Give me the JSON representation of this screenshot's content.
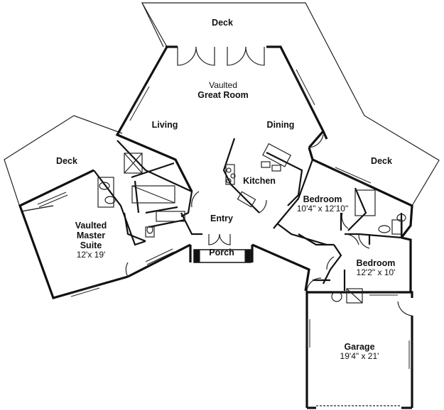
{
  "rooms": {
    "deck_top": "Deck",
    "deck_left": "Deck",
    "deck_right": "Deck",
    "great_room_line1": "Vaulted",
    "great_room_line2": "Great Room",
    "living": "Living",
    "dining": "Dining",
    "kitchen": "Kitchen",
    "entry": "Entry",
    "porch": "Porch",
    "master_line1": "Vaulted",
    "master_line2": "Master",
    "master_line3": "Suite",
    "master_size": "12'x 19'",
    "bedroom1_name": "Bedroom",
    "bedroom1_size": "10'4\" x 12'10\"",
    "bedroom2_name": "Bedroom",
    "bedroom2_size": "12'2\" x 10'",
    "garage_name": "Garage",
    "garage_size": "19'4\" x 21'"
  },
  "colors": {
    "wall": "#111111",
    "background": "#ffffff"
  }
}
